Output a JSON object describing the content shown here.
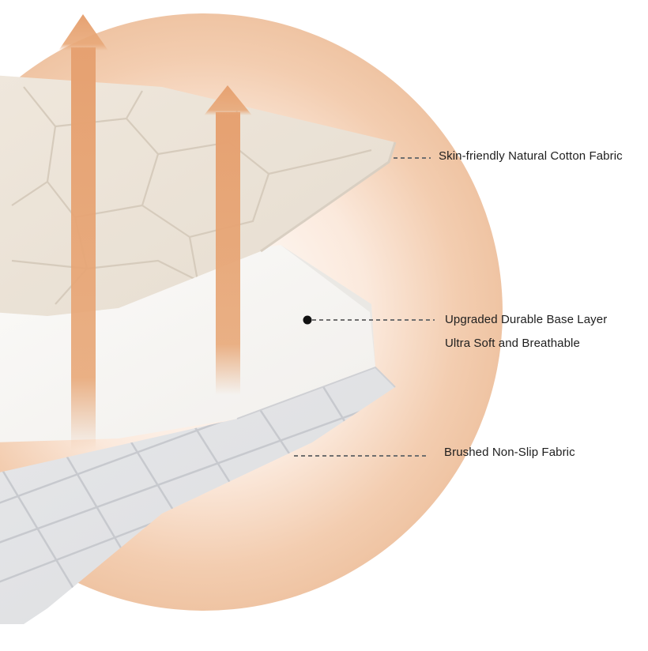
{
  "image": {
    "subject": "mattress-pad-layers",
    "colors": {
      "background": "#ffffff",
      "glow": "#f1c7a6",
      "arrow": "#e8a878",
      "top_fabric": "#ece4d9",
      "middle_layer": "#f7f6f4",
      "bottom_fabric": "#e2e3e5",
      "leader_line": "#6f6f6f"
    }
  },
  "labels": {
    "top_layer": "Skin-friendly Natural Cotton Fabric",
    "middle_layer_line1": "Upgraded Durable Base Layer",
    "middle_layer_line2": "Ultra Soft and Breathable",
    "bottom_layer": "Brushed Non-Slip Fabric"
  }
}
